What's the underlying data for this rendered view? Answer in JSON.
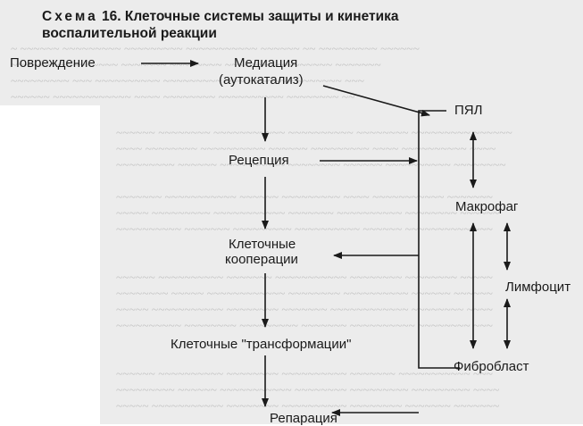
{
  "header": {
    "scheme_word": "Схема",
    "scheme_number": "16.",
    "title_line1": "Клеточные системы защиты и кинетика",
    "title_line2": "воспалительной реакции"
  },
  "nodes": {
    "damage": "Повреждение",
    "mediation_1": "Медиация",
    "mediation_2": "(аутокатализ)",
    "reception": "Рецепция",
    "coop_1": "Клеточные",
    "coop_2": "кооперации",
    "transform": "Клеточные \"трансформации\"",
    "repair": "Репарация",
    "pyal": "ПЯЛ",
    "macrophage": "Макрофаг",
    "lymphocyte": "Лимфоцит",
    "fibroblast": "Фибробласт"
  },
  "colors": {
    "ink": "#1a1a1a",
    "paper": "#ffffff",
    "show_through": "#c2c2c2",
    "gray_panel": "#ececec"
  }
}
